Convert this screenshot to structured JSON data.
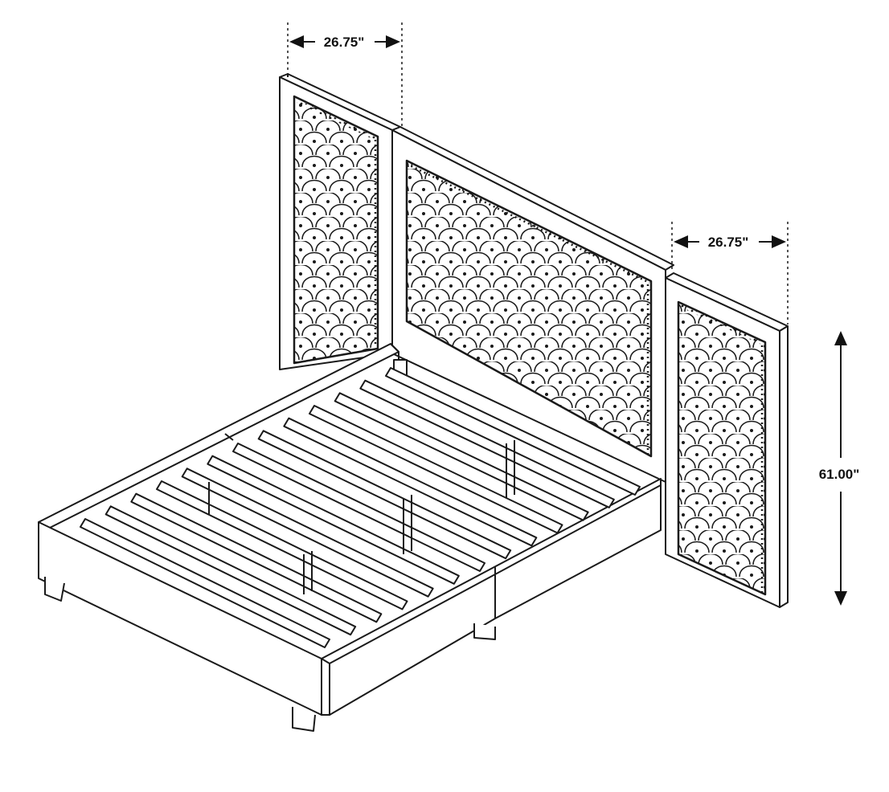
{
  "dimensions": {
    "left_panel_width": "26.75\"",
    "right_panel_width": "26.75\"",
    "panel_height": "61.00\""
  },
  "colors": {
    "line": "#1a1a1a",
    "background": "#ffffff"
  }
}
